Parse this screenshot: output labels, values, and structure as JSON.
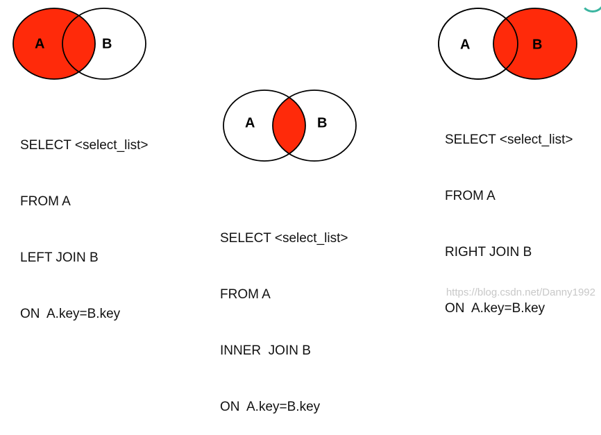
{
  "colors": {
    "fill": "#ff2a0a",
    "stroke": "#000000",
    "background": "#ffffff",
    "watermark": "#c8c8c8",
    "accent": "#3ab5a0"
  },
  "diagrams": [
    {
      "join": "left",
      "left_label": "A",
      "right_label": "B",
      "highlight": "left",
      "sql": [
        "SELECT <select_list>",
        "FROM A",
        "LEFT JOIN B",
        "ON  A.key=B.key"
      ]
    },
    {
      "join": "inner",
      "left_label": "A",
      "right_label": "B",
      "highlight": "intersection",
      "sql": [
        "SELECT <select_list>",
        "FROM A",
        "INNER  JOIN B",
        "ON  A.key=B.key"
      ]
    },
    {
      "join": "right",
      "left_label": "A",
      "right_label": "B",
      "highlight": "right",
      "sql": [
        "SELECT <select_list>",
        "FROM A",
        "RIGHT JOIN B",
        "ON  A.key=B.key"
      ]
    }
  ],
  "watermark": "https://blog.csdn.net/Danny1992"
}
